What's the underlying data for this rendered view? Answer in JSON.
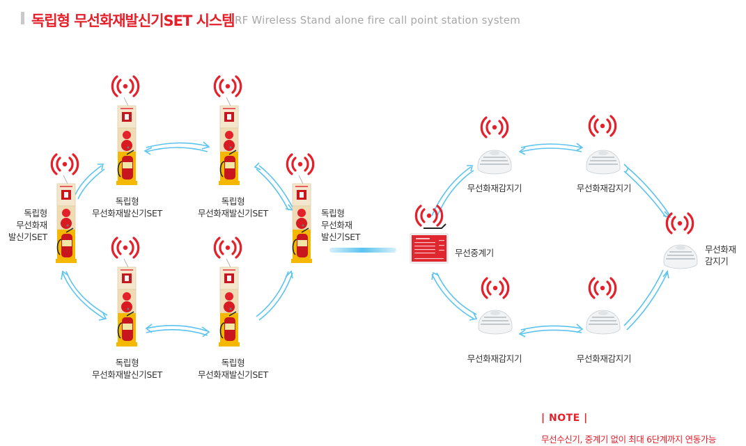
{
  "header": {
    "title": "독립형 무선화재발신기SET 시스템",
    "subtitle": "RF Wireless Stand alone fire call point station system"
  },
  "colors": {
    "accent_red": "#e4202a",
    "arrow_blue": "#5ac3ef",
    "title_gray": "#a7a7a7",
    "text": "#333333"
  },
  "left_system": {
    "stations": [
      {
        "id": "top-left",
        "line1": "독립형",
        "line2": "무선화재발신기SET",
        "icon": "wireless-signal-icon"
      },
      {
        "id": "top-right",
        "line1": "독립형",
        "line2": "무선화재발신기SET",
        "icon": "wireless-signal-icon"
      },
      {
        "id": "left",
        "line1": "독립형",
        "line2": "무선화재",
        "line3": "발신기SET",
        "icon": "wireless-signal-icon"
      },
      {
        "id": "right",
        "line1": "독립형",
        "line2": "무선화재",
        "line3": "발신기SET",
        "icon": "wireless-signal-icon"
      },
      {
        "id": "bottom-left",
        "line1": "독립형",
        "line2": "무선화재발신기SET",
        "icon": "wireless-signal-icon"
      },
      {
        "id": "bottom-right",
        "line1": "독립형",
        "line2": "무선화재발신기SET",
        "icon": "wireless-signal-icon"
      }
    ]
  },
  "right_system": {
    "repeater": {
      "label": "무선중계기",
      "icon": "wireless-signal-icon"
    },
    "detectors": [
      {
        "id": "top-left",
        "label": "무선화재감지기"
      },
      {
        "id": "top-right",
        "label": "무선화재감지기"
      },
      {
        "id": "right",
        "line1": "무선화재",
        "line2": "감지기"
      },
      {
        "id": "bottom-left",
        "label": "무선화재감지기"
      },
      {
        "id": "bottom-right",
        "label": "무선화재감지기"
      }
    ]
  },
  "note": {
    "title": "| NOTE |",
    "text": "무선수신기, 중계기 없이 최대 6단계까지 연동가능"
  }
}
